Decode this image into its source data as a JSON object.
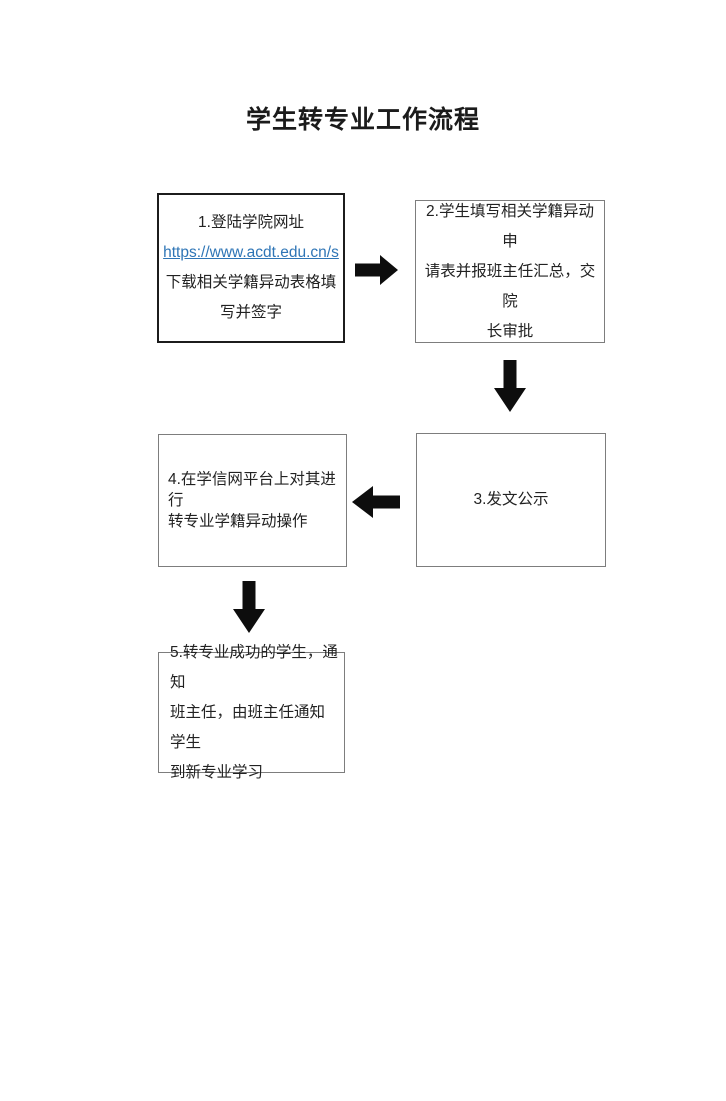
{
  "title": "学生转专业工作流程",
  "colors": {
    "text": "#222222",
    "link": "#2e75b6",
    "arrow": "#0d0d0d",
    "box1_border": "#1c1c1c",
    "box_border": "#7d7d7d",
    "background": "#ffffff"
  },
  "flowchart": {
    "step1": {
      "lines": [
        "1.登陆学院网址",
        "https://www.acdt.edu.cn/s",
        "下载相关学籍异动表格填",
        "写并签字"
      ],
      "href": "https://www.acdt.edu.cn/s"
    },
    "step2": {
      "lines": [
        "2.学生填写相关学籍异动申",
        "请表并报班主任汇总，交院",
        "长审批"
      ]
    },
    "step3": {
      "lines": [
        "3.发文公示"
      ]
    },
    "step4": {
      "lines": [
        "4.在学信网平台上对其进行",
        "转专业学籍异动操作"
      ]
    },
    "step5": {
      "lines": [
        "5.转专业成功的学生，通知",
        "班主任，由班主任通知学生",
        "到新专业学习"
      ]
    },
    "icons": [
      "arrow-right",
      "arrow-down",
      "arrow-left",
      "arrow-down"
    ]
  }
}
